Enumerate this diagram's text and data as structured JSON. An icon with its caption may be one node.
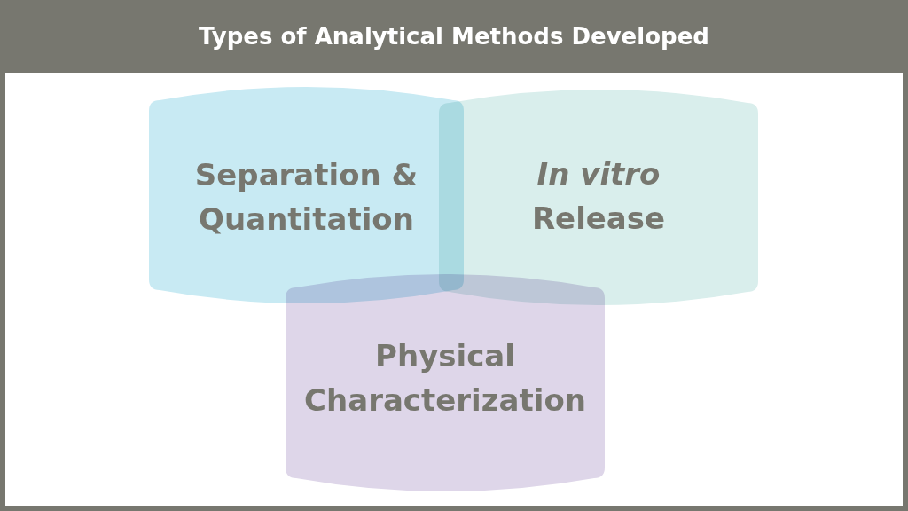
{
  "diagram": {
    "title": "Types of Analytical Methods Developed",
    "nodes": [
      {
        "text": [
          "Separation & Quantitation"
        ]
      },
      {
        "text": [
          "*In vitro* Release"
        ]
      },
      {
        "text": [
          "Physical Characterization"
        ]
      }
    ]
  }
}
